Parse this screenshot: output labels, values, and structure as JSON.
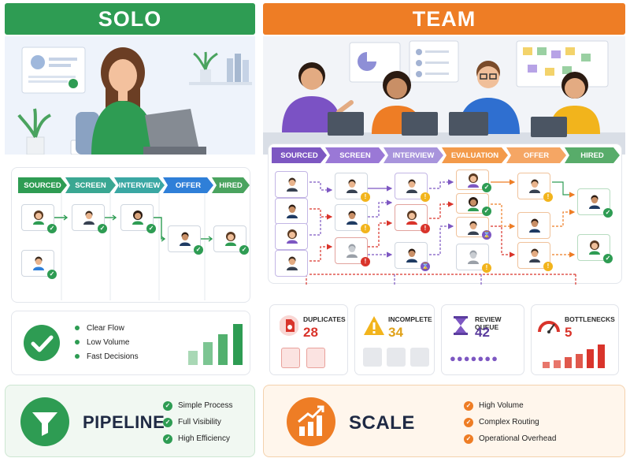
{
  "solo": {
    "title": "SOLO",
    "stages": [
      "SOURCED",
      "SCREEN",
      "INTERVIEW",
      "OFFER",
      "HIRED"
    ],
    "highlights": [
      "Clear Flow",
      "Low Volume",
      "Fast Decisions"
    ],
    "chart_bars": [
      0.35,
      0.55,
      0.75,
      1.0
    ],
    "footer": {
      "label": "PIPELINE",
      "points": [
        "Simple Process",
        "Full Visibility",
        "High Efficiency"
      ]
    }
  },
  "team": {
    "title": "TEAM",
    "stages": [
      "SOURCED",
      "SCREEN",
      "INTERVIEW",
      "EVALUATION",
      "OFFER",
      "HIRED"
    ],
    "metrics": [
      {
        "title": "DUPLICATES",
        "value": "28"
      },
      {
        "title": "INCOMPLETE",
        "value": "34"
      },
      {
        "title": "REVIEW QUEUE",
        "value": "42"
      },
      {
        "title": "BOTTLENECKS",
        "value": "5"
      }
    ],
    "footer": {
      "label": "SCALE",
      "points": [
        "High Volume",
        "Complex Routing",
        "Operational Overhead"
      ]
    }
  },
  "colors": {
    "green": "#2e9c53",
    "orange": "#ee7d25",
    "red": "#d9342b",
    "amber": "#f2b41c",
    "purple": "#7d57c2",
    "teal": "#3aa7a3",
    "blue": "#2f7fd8"
  }
}
